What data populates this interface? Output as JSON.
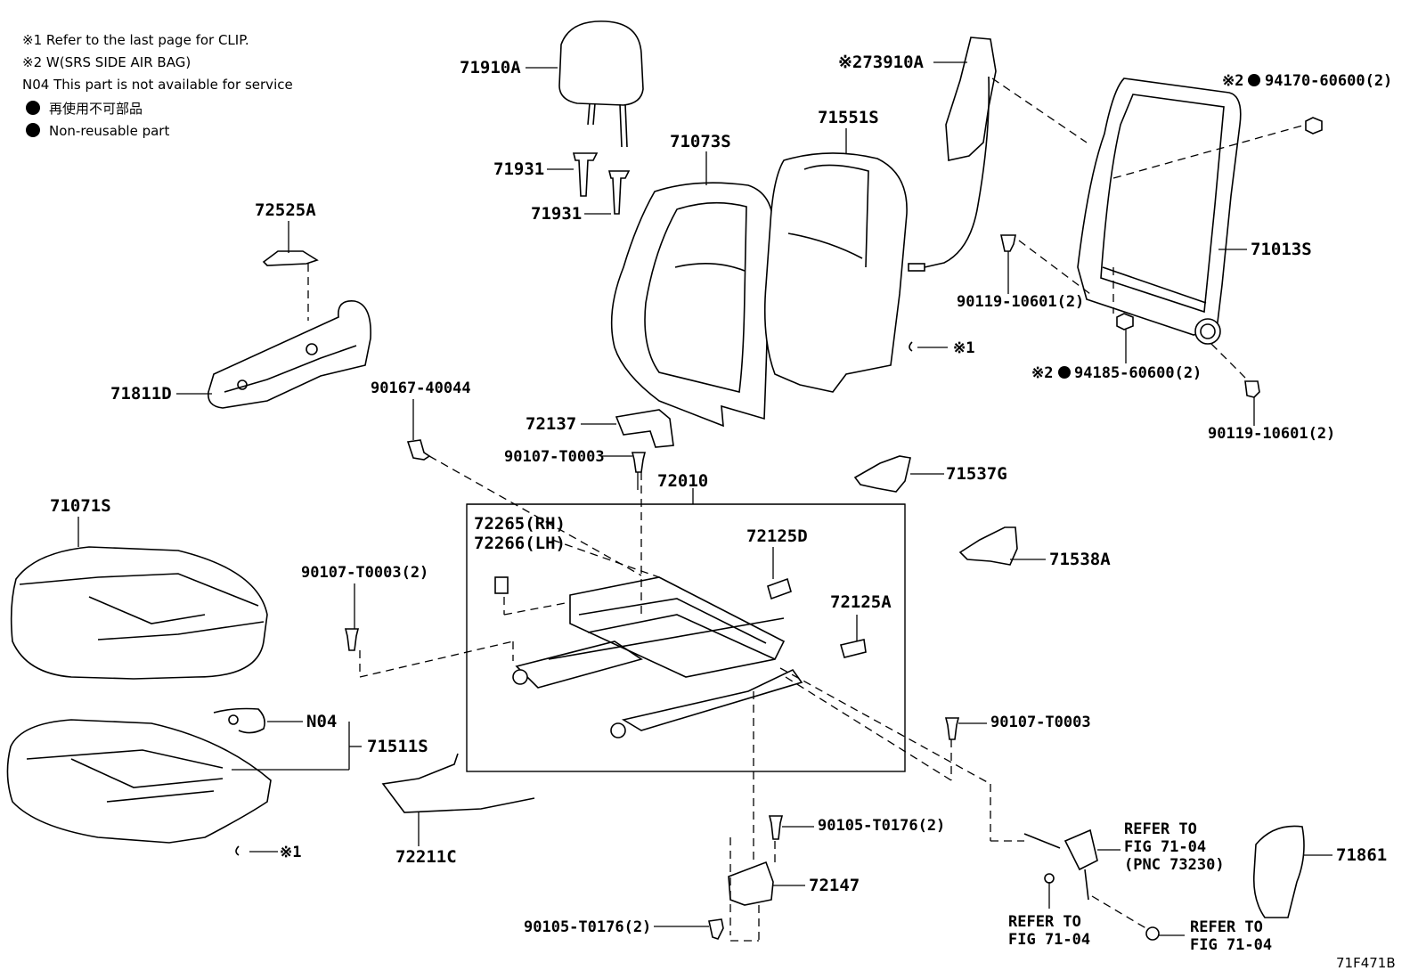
{
  "notes": {
    "note1": "※1 Refer to the last page for CLIP.",
    "note2": "※2 W(SRS SIDE AIR BAG)",
    "note3": "N04 This part is not available for service",
    "note4": "再使用不可部品",
    "note5": "Non-reusable part"
  },
  "labels": {
    "p71910A": "71910A",
    "p73910A": "※273910A",
    "p94170": "※2",
    "p94170b": "94170-60600(2)",
    "p71551S": "71551S",
    "p71073S": "71073S",
    "p71931a": "71931",
    "p71931b": "71931",
    "p72525A": "72525A",
    "p71013S": "71013S",
    "p90119a": "90119-10601(2)",
    "clip1": "※1",
    "p94185a": "※2",
    "p94185b": "94185-60600(2)",
    "p71811D": "71811D",
    "p90167": "90167-40044",
    "p72137": "72137",
    "p90119b": "90119-10601(2)",
    "p90107a": "90107-T0003",
    "p72010": "72010",
    "p71537G": "71537G",
    "p71071S": "71071S",
    "p72265": "72265(RH)",
    "p72266": "72266(LH)",
    "p72125D": "72125D",
    "p71538A": "71538A",
    "p90107b": "90107-T0003(2)",
    "p72125A": "72125A",
    "pN04": "N04",
    "p90107c": "90107-T0003",
    "p71511S": "71511S",
    "p90105a": "90105-T0176(2)",
    "refer1a": "REFER TO",
    "refer1b": "FIG 71-04",
    "refer1c": "(PNC 73230)",
    "p71861": "71861",
    "p72211C": "72211C",
    "clip2": "※1",
    "p72147": "72147",
    "refer2a": "REFER TO",
    "refer2b": "FIG 71-04",
    "p90105b": "90105-T0176(2)",
    "refer3a": "REFER TO",
    "refer3b": "FIG 71-04",
    "figcode": "71F471B"
  }
}
